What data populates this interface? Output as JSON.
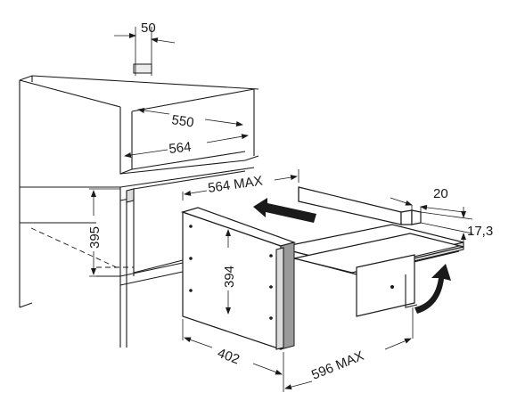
{
  "dimensions": {
    "top_width": "50",
    "cabinet_depth": "550",
    "cabinet_width": "564",
    "niche_width_max": "564 MAX",
    "niche_height": "395",
    "front_height": "394",
    "front_width": "402",
    "drawer_depth_max": "596 MAX",
    "rail_offset": "20",
    "rail_height": "17,3"
  }
}
